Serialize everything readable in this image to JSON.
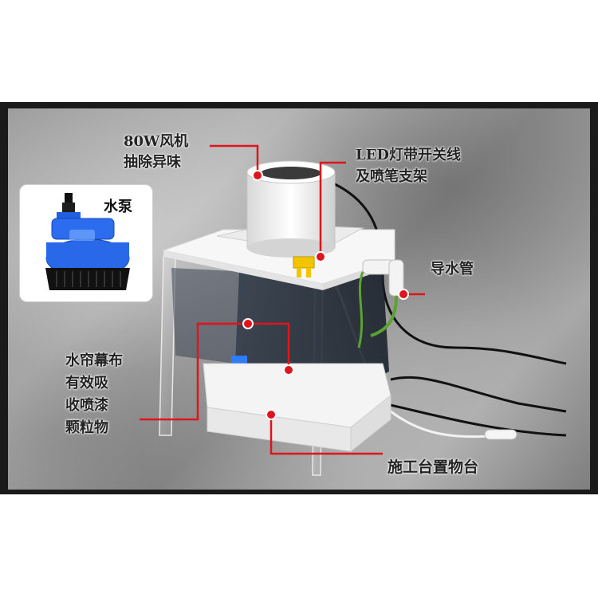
{
  "labels": {
    "fan": [
      "80W风机",
      "抽除异味"
    ],
    "led": [
      "LED灯带开关线",
      "及喷笔支架"
    ],
    "pipe": "导水管",
    "curtain": [
      "水帘幕布",
      "有效吸",
      "收喷漆",
      "颗粒物"
    ],
    "platform": "施工台置物台",
    "pump": "水泵"
  },
  "colors": {
    "callout": "#e0141c",
    "pump_blue": "#1f5fe0"
  }
}
